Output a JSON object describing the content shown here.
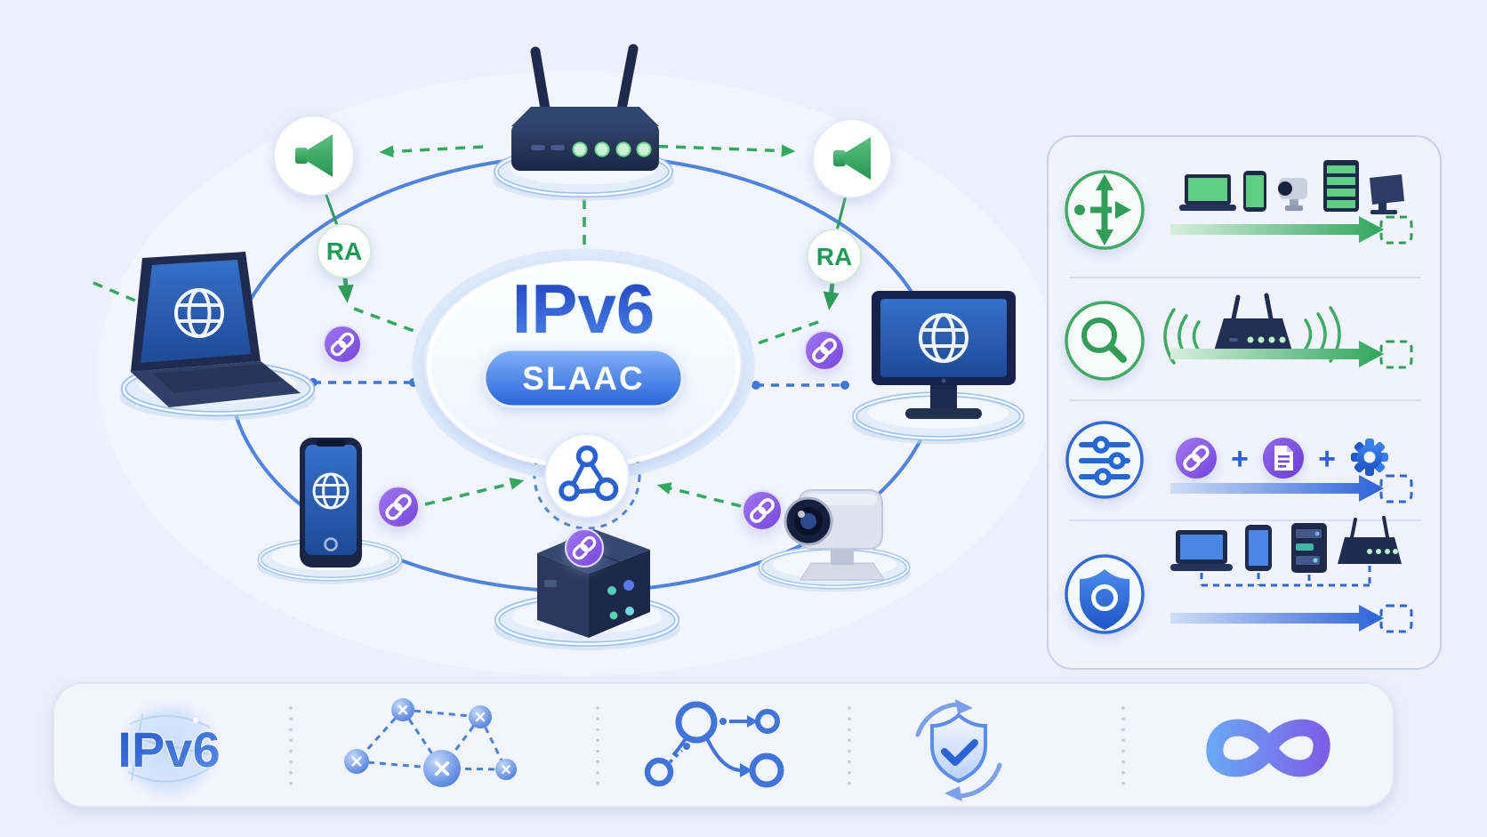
{
  "center": {
    "protocol": "IPv6",
    "method": "SLAAC"
  },
  "ra_badge": {
    "label": "RA"
  },
  "panel": {
    "plus_sign": "+",
    "rows": [
      {
        "icon": "routing-arrows-icon",
        "content": [
          "laptop-icon",
          "phone-icon",
          "camera-icon",
          "server-rack-icon",
          "monitor-icon"
        ],
        "arrow": "green-flow-arrow",
        "target": "dashed-address-box"
      },
      {
        "icon": "search-icon",
        "content": [
          "wifi-router-icon"
        ],
        "arrow": "green-flow-arrow",
        "target": "dashed-address-box"
      },
      {
        "icon": "sliders-icon",
        "content": [
          "link-icon",
          "document-icon",
          "gear-icon"
        ],
        "arrow": "blue-flow-arrow",
        "target": "dashed-address-box"
      },
      {
        "icon": "shield-icon",
        "content": [
          "laptop-icon",
          "phone-icon",
          "server-icon",
          "router-icon"
        ],
        "arrow": "blue-flow-arrow",
        "target": "dashed-address-box"
      }
    ]
  },
  "footer": {
    "logo_text": "IPv6",
    "sections": [
      "ipv6-globe-logo",
      "mesh-network-icon",
      "node-flow-icon",
      "shield-check-icon",
      "infinity-icon"
    ]
  },
  "devices": [
    "router-icon",
    "laptop-icon",
    "monitor-icon",
    "smartphone-icon",
    "server-icon",
    "camera-icon"
  ],
  "badges": [
    "speaker-icon",
    "speaker-icon",
    "ra-badge",
    "ra-badge",
    "link-icon",
    "link-icon",
    "link-icon",
    "link-icon",
    "link-icon"
  ],
  "colors": {
    "background": "#edf0fa",
    "blue": "#2a62da",
    "light_blue_ring": "#4b84e4",
    "green": "#2faa5f",
    "purple": "#8a5cf0",
    "navy": "#1f2c50",
    "white": "#ffffff"
  }
}
